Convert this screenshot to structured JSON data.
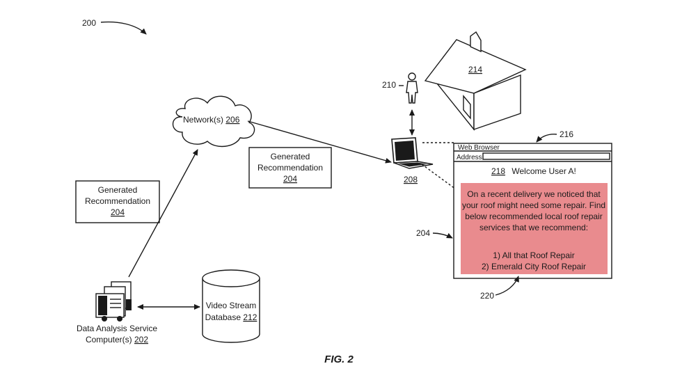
{
  "figure": {
    "ref_200": "200",
    "caption": "FIG. 2"
  },
  "network": {
    "label": "Network(s)",
    "ref": "206"
  },
  "rec_box_left": {
    "line1": "Generated",
    "line2": "Recommendation",
    "ref": "204"
  },
  "rec_box_mid": {
    "line1": "Generated",
    "line2": "Recommendation",
    "ref": "204"
  },
  "server": {
    "line1": "Data Analysis Service",
    "line2": "Computer(s)",
    "ref": "202"
  },
  "database": {
    "line1": "Video Stream",
    "line2": "Database",
    "ref": "212"
  },
  "user": {
    "ref": "210"
  },
  "house": {
    "ref": "214"
  },
  "laptop": {
    "ref": "208"
  },
  "browser": {
    "ref": "216",
    "title": "Web Browser",
    "address_label": "Address",
    "welcome_ref": "218",
    "welcome_text": "Welcome User A!",
    "recommendation_ref": "204",
    "panel_ref": "220",
    "message_lines": [
      "On a recent delivery we noticed that",
      "your roof might need some repair. Find",
      "below recommended local roof repair",
      "services that we recommend:"
    ],
    "items": [
      "1) All that Roof Repair",
      "2) Emerald City Roof Repair"
    ],
    "panel_color": "#e98b8e"
  }
}
